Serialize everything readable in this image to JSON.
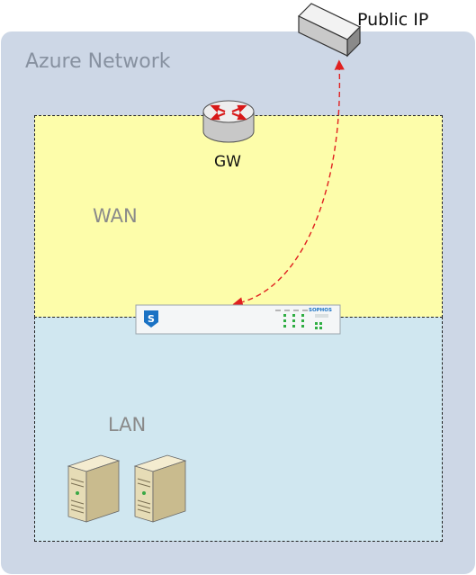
{
  "network": {
    "label": "Azure Network"
  },
  "zones": {
    "wan_label": "WAN",
    "lan_label": "LAN"
  },
  "gateway": {
    "label": "GW"
  },
  "public_ip": {
    "label": "Public IP"
  },
  "firewall": {
    "brand": "SOPHOS"
  },
  "colors": {
    "azure_bg": "#cdd7e6",
    "wan_bg": "#fdfdaa",
    "lan_bg": "#d0e7f0",
    "link": "#e02020"
  }
}
